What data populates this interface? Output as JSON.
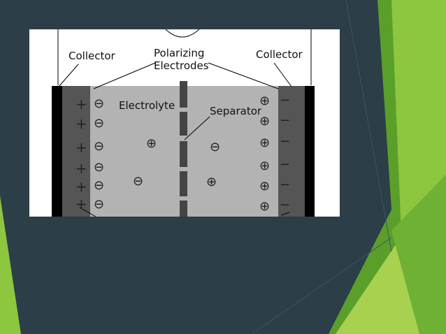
{
  "slide": {
    "theme_colors": {
      "background": "#2c3e47",
      "accent_green_light": "#8dc63f",
      "accent_green_dark": "#5a9f2a"
    }
  },
  "diagram": {
    "labels": {
      "collector_left": "Collector",
      "collector_right": "Collector",
      "polarizing_line1": "Polarizing",
      "polarizing_line2": "Electrodes",
      "electrolyte": "Electrolyte",
      "separator": "Separator"
    },
    "symbols": {
      "plus": "+",
      "minus": "−",
      "plus_ion": "⊕",
      "minus_ion": "⊖"
    },
    "colors": {
      "collector": "#000000",
      "electrode": "#555555",
      "electrolyte": "#b3b3b3",
      "separator": "#444444"
    }
  }
}
